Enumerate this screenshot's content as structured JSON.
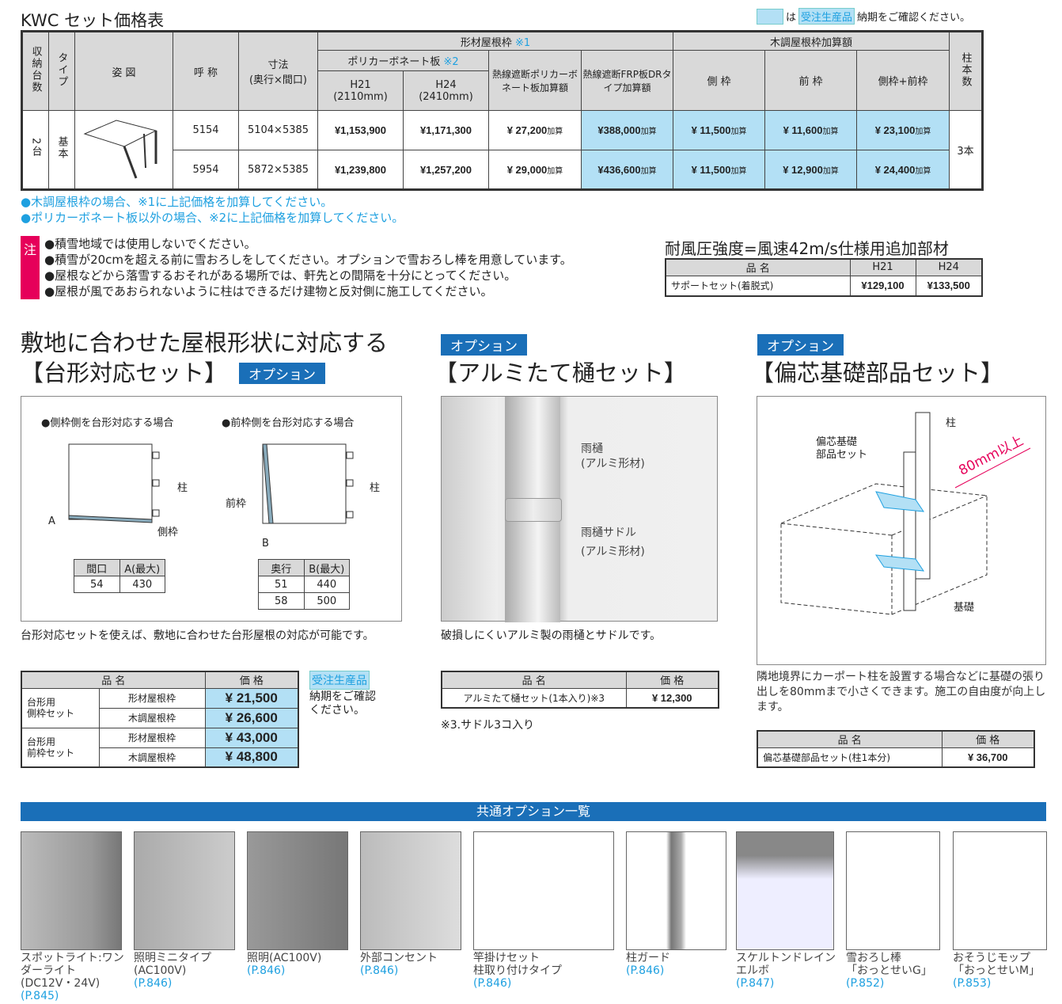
{
  "title": "KWC セット価格表",
  "legend": {
    "prefix": "は",
    "badge": "受注生産品",
    "suffix": "納期をご確認ください。"
  },
  "colors": {
    "highlight": "#b3e0f5",
    "accent": "#1ea0e0",
    "bar": "#1a6fb8",
    "note": "#e6005a"
  },
  "main_table": {
    "headers": {
      "capacity": "収納台数",
      "type": "タイプ",
      "figure": "姿 図",
      "name": "呼 称",
      "size": "寸法",
      "size_sub": "(奥行×間口)",
      "frame": "形材屋根枠",
      "frame_note": "※1",
      "poly": "ポリカーボネート板",
      "poly_note": "※2",
      "h21": "H21",
      "h21_sub": "(2110mm)",
      "h24": "H24",
      "h24_sub": "(2410mm)",
      "heat_poly": "熱線遮断ポリカーボネート板加算額",
      "heat_frp": "熱線遮断FRP板DRタイプ加算額",
      "wood": "木調屋根枠加算額",
      "side": "側 枠",
      "front": "前 枠",
      "both": "側枠+前枠",
      "posts": "柱本数"
    },
    "capacity": "2台",
    "type": "基本",
    "posts": "3本",
    "add_label": "加算",
    "rows": [
      {
        "name": "5154",
        "size": "5104×5385",
        "h21": "¥1,153,900",
        "h24": "¥1,171,300",
        "heat_poly": "¥ 27,200",
        "heat_frp": "¥388,000",
        "side": "¥ 11,500",
        "front": "¥ 11,600",
        "both": "¥ 23,100"
      },
      {
        "name": "5954",
        "size": "5872×5385",
        "h21": "¥1,239,800",
        "h24": "¥1,257,200",
        "heat_poly": "¥ 29,000",
        "heat_frp": "¥436,600",
        "side": "¥ 11,500",
        "front": "¥ 12,900",
        "both": "¥ 24,400"
      }
    ]
  },
  "footnotes": [
    "●木調屋根枠の場合、※1に上記価格を加算してください。",
    "●ポリカーボネート板以外の場合、※2に上記価格を加算してください。"
  ],
  "cautions": {
    "label": "注",
    "items": [
      "●積雪地域では使用しないでください。",
      "●積雪が20cmを超える前に雪おろしをしてください。オプションで雪おろし棒を用意しています。",
      "●屋根などから落雪するおそれがある場所では、軒先との間隔を十分にとってください。",
      "●屋根が風であおられないように柱はできるだけ建物と反対側に施工してください。"
    ]
  },
  "wind": {
    "title": "耐風圧強度=風速42m/s仕様用追加部材",
    "headers": [
      "品 名",
      "H21",
      "H24"
    ],
    "row": [
      "サポートセット(着脱式)",
      "¥129,100",
      "¥133,500"
    ]
  },
  "trap": {
    "title1": "敷地に合わせた屋根形状に対応する",
    "title2": "【台形対応セット】",
    "option": "オプション",
    "case1": "●側枠側を台形対応する場合",
    "case2": "●前枠側を台形対応する場合",
    "post": "柱",
    "side": "側枠",
    "front": "前枠",
    "a": "A",
    "b": "B",
    "t1": {
      "headers": [
        "間口",
        "A(最大)"
      ],
      "rows": [
        [
          "54",
          "430"
        ]
      ]
    },
    "t2": {
      "headers": [
        "奥行",
        "B(最大)"
      ],
      "rows": [
        [
          "51",
          "440"
        ],
        [
          "58",
          "500"
        ]
      ]
    },
    "desc": "台形対応セットを使えば、敷地に合わせた台形屋根の対応が可能です。",
    "price_headers": [
      "品 名",
      "価 格"
    ],
    "groups": [
      {
        "name": "台形用\n側枠セット",
        "items": [
          [
            "形材屋根枠",
            "¥ 21,500"
          ],
          [
            "木調屋根枠",
            "¥ 26,600"
          ]
        ]
      },
      {
        "name": "台形用\n前枠セット",
        "items": [
          [
            "形材屋根枠",
            "¥ 43,000"
          ],
          [
            "木調屋根枠",
            "¥ 48,800"
          ]
        ]
      }
    ],
    "badge": "受注生産品",
    "badge_note": "納期をご確認ください。"
  },
  "gutter": {
    "option": "オプション",
    "title": "【アルミたて樋セット】",
    "label1": "雨樋",
    "label1b": "(アルミ形材)",
    "label2": "雨樋サドル",
    "label2b": "(アルミ形材)",
    "desc": "破損しにくいアルミ製の雨樋とサドルです。",
    "headers": [
      "品 名",
      "価 格"
    ],
    "row": [
      "アルミたて樋セット(1本入り)※3",
      "¥ 12,300"
    ],
    "note": "※3.サドル3コ入り"
  },
  "offset": {
    "option": "オプション",
    "title": "【偏芯基礎部品セット】",
    "post": "柱",
    "parts": "偏芯基礎\n部品セット",
    "dim": "80mm以上",
    "base": "基礎",
    "desc": "隣地境界にカーポート柱を設置する場合などに基礎の張り出しを80mmまで小さくできます。施工の自由度が向上します。",
    "headers": [
      "品 名",
      "価 格"
    ],
    "row": [
      "偏芯基礎部品セット(柱1本分)",
      "¥ 36,700"
    ]
  },
  "common": {
    "title": "共通オプション一覧",
    "items": [
      {
        "l1": "スポットライト:ワンダーライト",
        "l2": "(DC12V・24V)",
        "page": "(P.845)"
      },
      {
        "l1": "照明ミニタイプ",
        "l2": "(AC100V)",
        "page": "(P.846)"
      },
      {
        "l1": "照明(AC100V)",
        "l2": "",
        "page": "(P.846)"
      },
      {
        "l1": "外部コンセント",
        "l2": "",
        "page": "(P.846)"
      },
      {
        "l1": "竿掛けセット",
        "l2": "柱取り付けタイプ",
        "page": "(P.846)"
      },
      {
        "l1": "柱ガード",
        "l2": "",
        "page": "(P.846)"
      },
      {
        "l1": "スケルトンドレイン",
        "l2": "エルボ",
        "page": "(P.847)"
      },
      {
        "l1": "雪おろし棒",
        "l2": "「おっとせいG」",
        "page": "(P.852)"
      },
      {
        "l1": "おそうじモップ",
        "l2": "「おっとせいM」",
        "page": "(P.853)"
      }
    ]
  }
}
